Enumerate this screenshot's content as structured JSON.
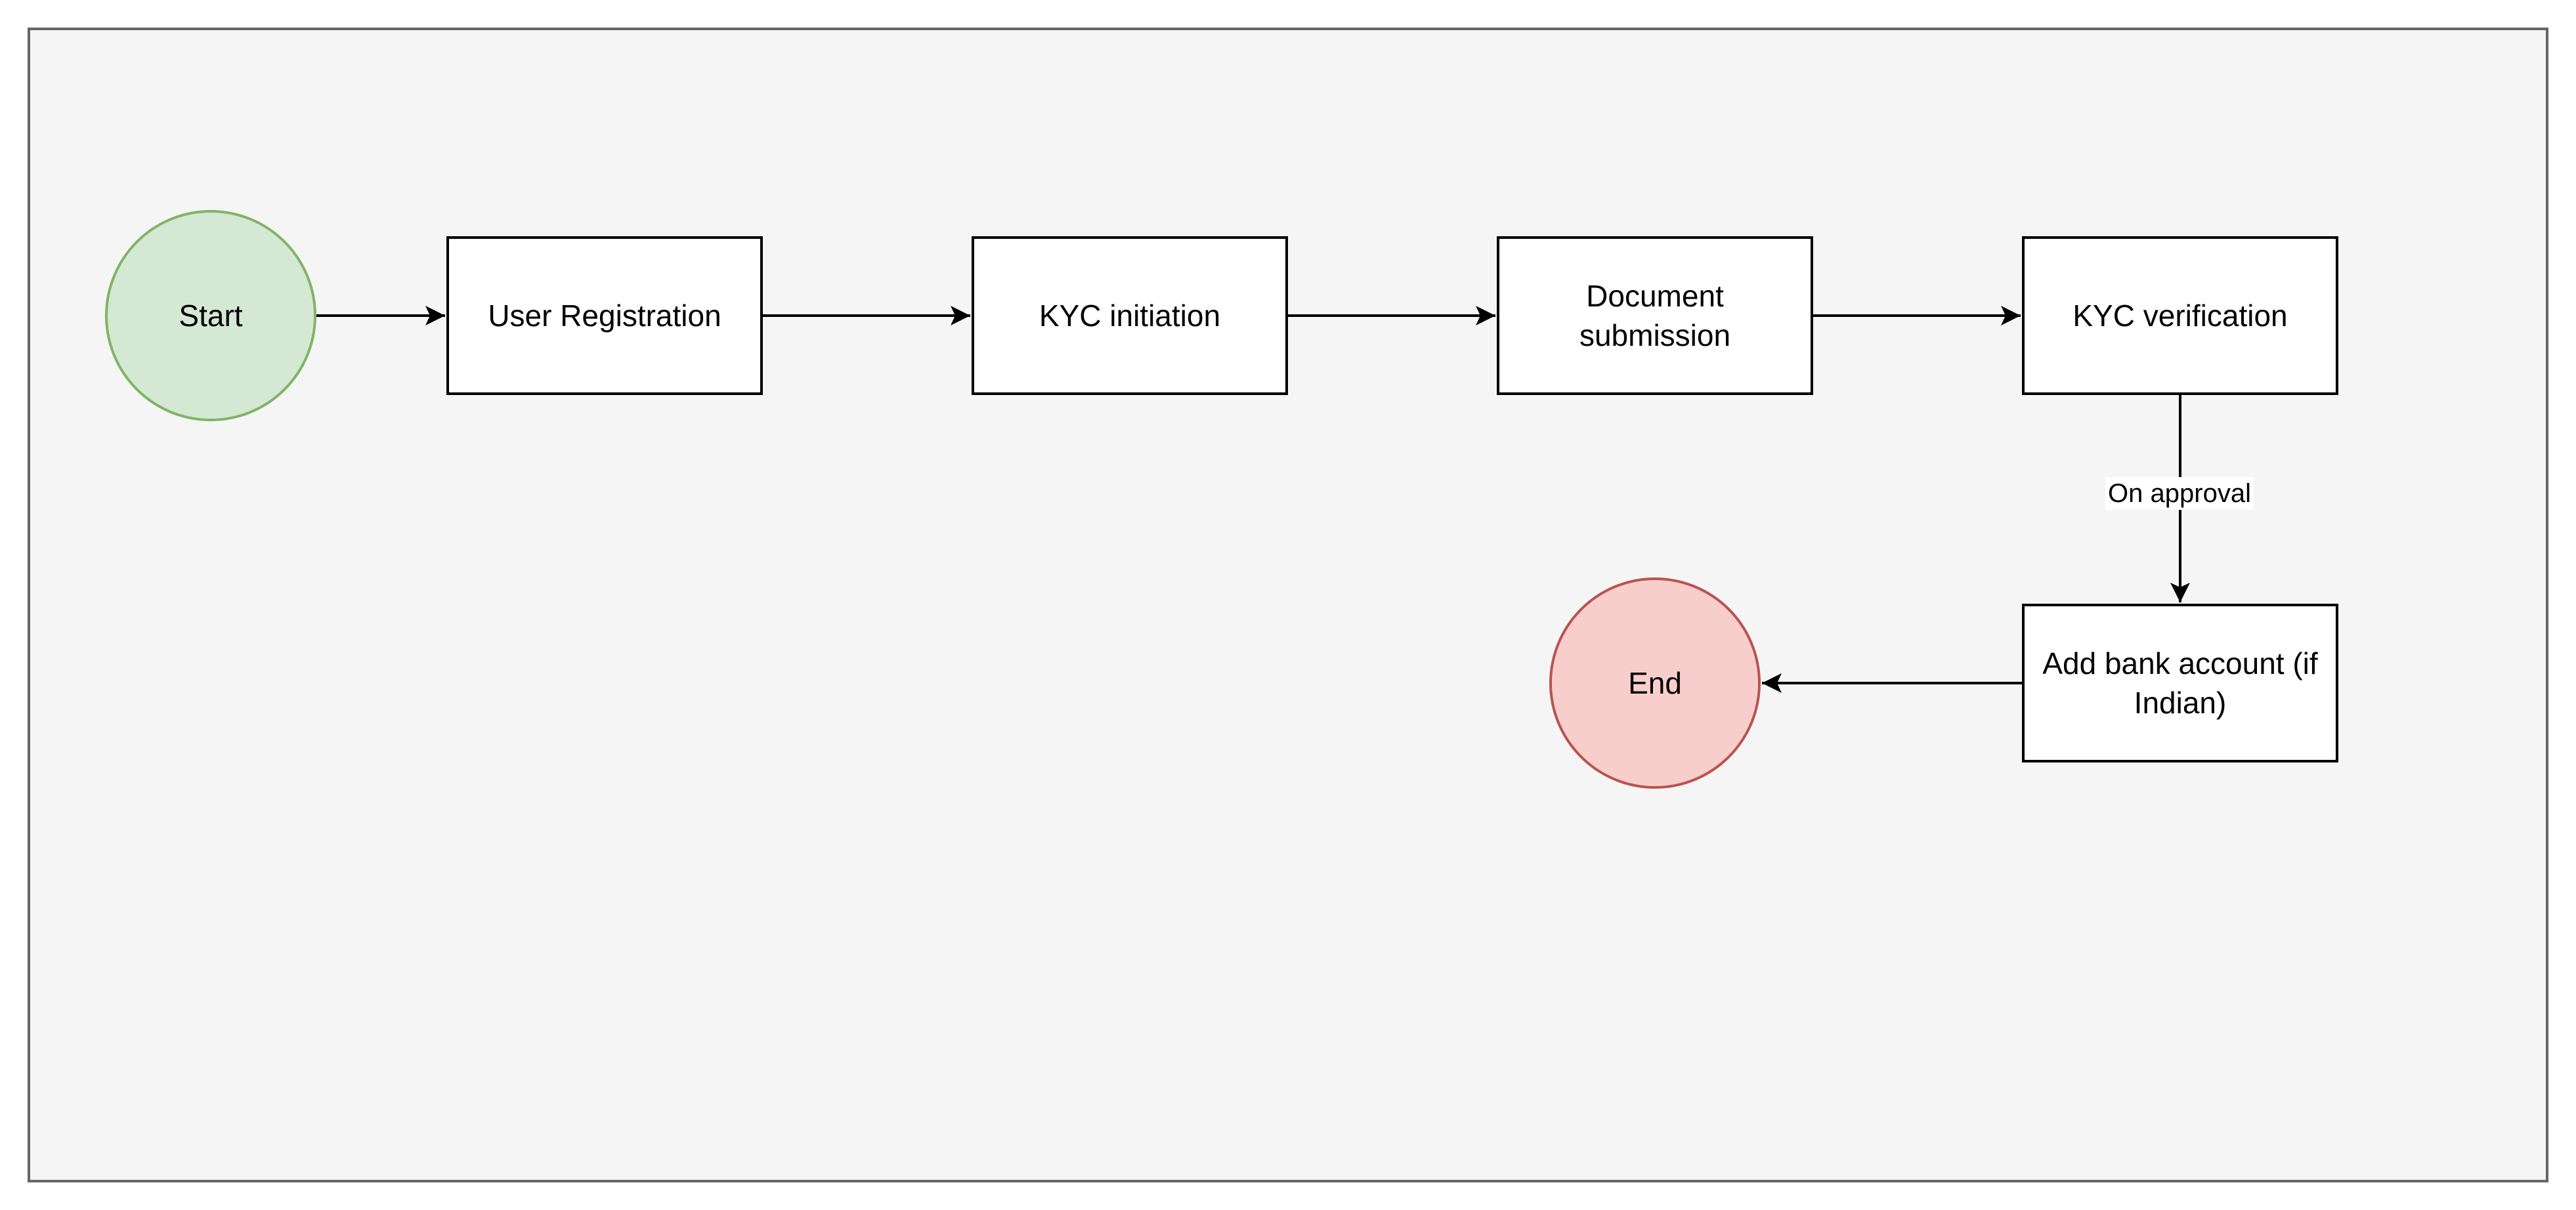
{
  "diagram": {
    "nodes": {
      "start": {
        "label": "Start",
        "shape": "circle",
        "fill": "#d5e8d4",
        "stroke": "#82b366"
      },
      "registration": {
        "label": "User Registration",
        "shape": "rectangle"
      },
      "kyc_initiation": {
        "label": "KYC initiation",
        "shape": "rectangle"
      },
      "document_submission": {
        "label": "Document submission",
        "shape": "rectangle"
      },
      "kyc_verification": {
        "label": "KYC verification",
        "shape": "rectangle"
      },
      "add_bank_account": {
        "label": "Add bank account (if Indian)",
        "shape": "rectangle"
      },
      "end": {
        "label": "End",
        "shape": "circle",
        "fill": "#f8cecc",
        "stroke": "#b85450"
      }
    },
    "edges": [
      {
        "from": "start",
        "to": "registration",
        "label": ""
      },
      {
        "from": "registration",
        "to": "kyc_initiation",
        "label": ""
      },
      {
        "from": "kyc_initiation",
        "to": "document_submission",
        "label": ""
      },
      {
        "from": "document_submission",
        "to": "kyc_verification",
        "label": ""
      },
      {
        "from": "kyc_verification",
        "to": "add_bank_account",
        "label": "On approval"
      },
      {
        "from": "add_bank_account",
        "to": "end",
        "label": ""
      }
    ],
    "colors": {
      "background": "#f5f5f5",
      "frame_border": "#666666",
      "box_fill": "#ffffff",
      "line": "#000000"
    }
  }
}
